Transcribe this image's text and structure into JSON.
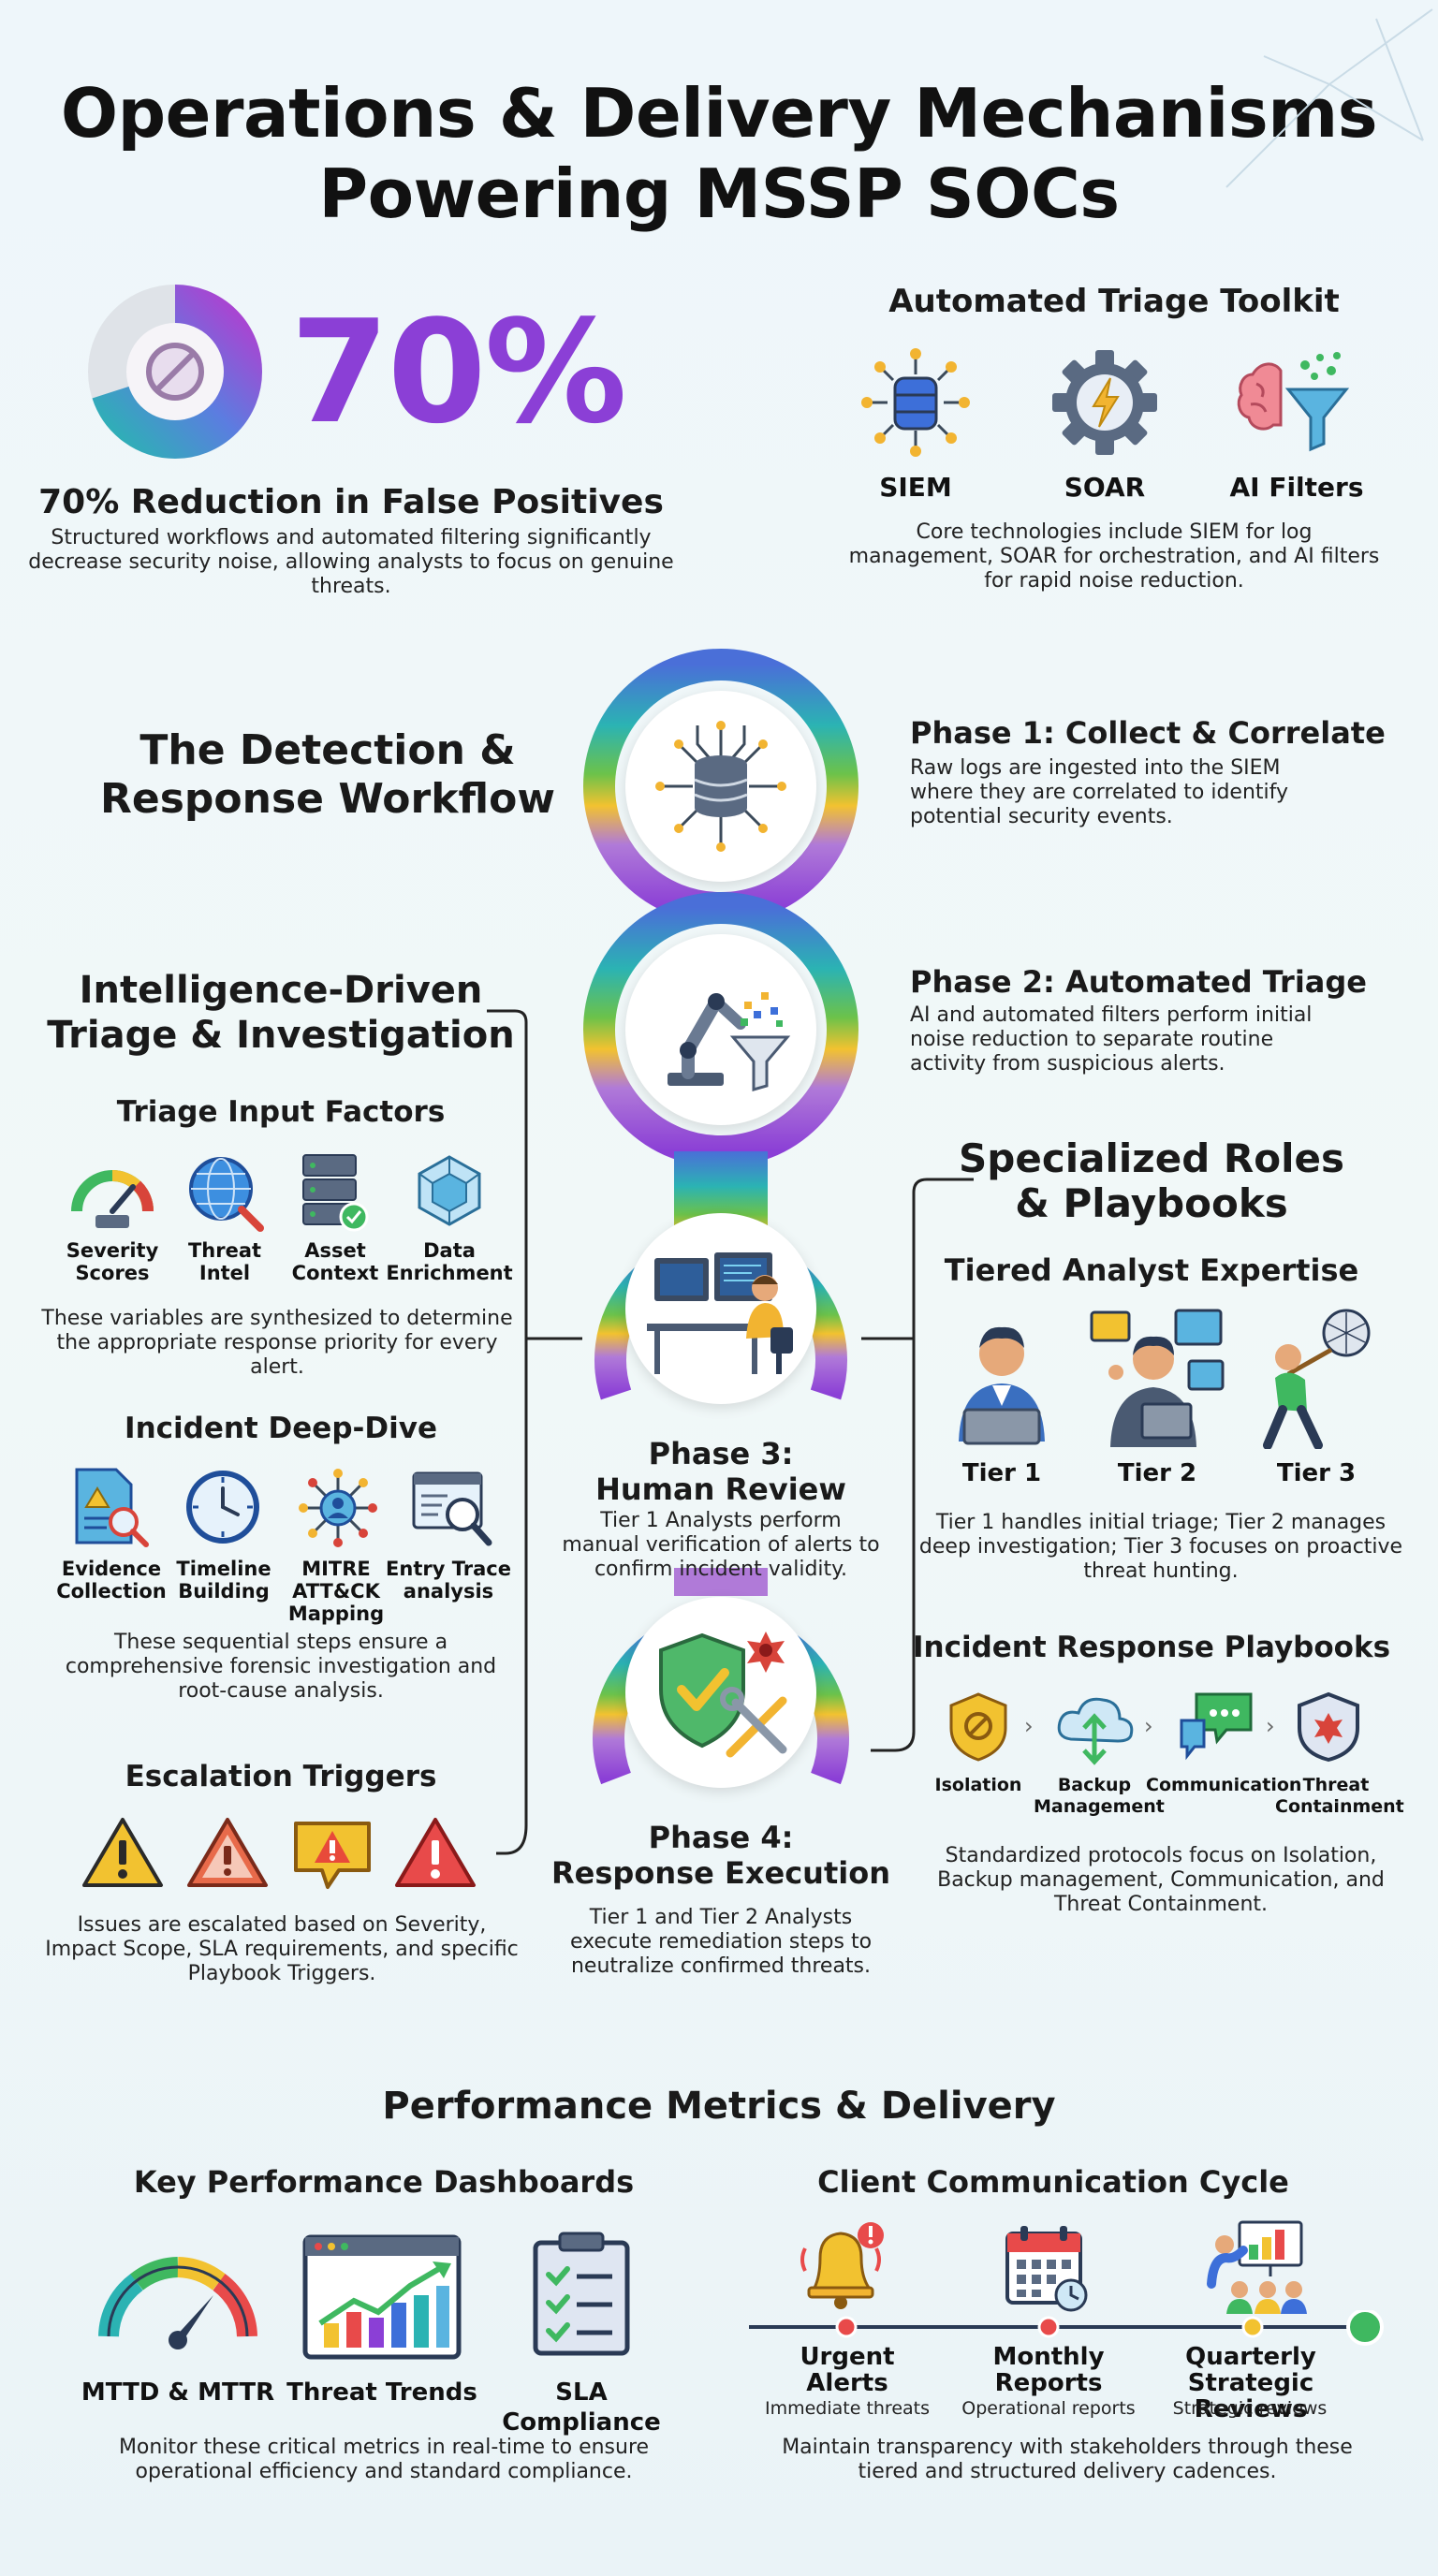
{
  "title": {
    "line1": "Operations & Delivery Mechanisms",
    "line2": "Powering MSSP SOCs"
  },
  "stat": {
    "value": "70%",
    "fraction": 0.7,
    "heading": "70% Reduction in False Positives",
    "text": "Structured workflows and automated filtering significantly decrease security noise, allowing analysts to focus on genuine threats."
  },
  "toolkit": {
    "heading": "Automated Triage Toolkit",
    "items": [
      "SIEM",
      "SOAR",
      "AI Filters"
    ],
    "text": "Core technologies include SIEM for log management, SOAR for orchestration, and AI filters for rapid noise reduction."
  },
  "workflow": {
    "heading_line1": "The Detection &",
    "heading_line2": "Response Workflow",
    "phases": [
      {
        "title": "Phase 1: Collect & Correlate",
        "text": "Raw logs are ingested into the SIEM where they are correlated to identify potential security events."
      },
      {
        "title": "Phase 2: Automated Triage",
        "text": "AI and automated filters perform initial noise reduction to separate routine activity from suspicious alerts."
      },
      {
        "title_line1": "Phase 3:",
        "title_line2": "Human Review",
        "text": "Tier 1 Analysts perform manual verification of alerts to confirm incident validity."
      },
      {
        "title_line1": "Phase 4:",
        "title_line2": "Response Execution",
        "text": "Tier 1 and Tier 2 Analysts execute remediation steps to neutralize confirmed threats."
      }
    ]
  },
  "intel": {
    "heading_line1": "Intelligence-Driven",
    "heading_line2": "Triage & Investigation",
    "factors_heading": "Triage Input Factors",
    "factors": [
      {
        "l1": "Severity",
        "l2": "Scores"
      },
      {
        "l1": "Threat",
        "l2": "Intel"
      },
      {
        "l1": "Asset",
        "l2": "Context"
      },
      {
        "l1": "Data",
        "l2": "Enrichment"
      }
    ],
    "factors_text": "These variables are synthesized to determine the appropriate response priority for every alert.",
    "deepdive_heading": "Incident Deep-Dive",
    "deepdive": [
      {
        "l1": "Evidence",
        "l2": "Collection",
        "l3": ""
      },
      {
        "l1": "Timeline",
        "l2": "Building",
        "l3": ""
      },
      {
        "l1": "MITRE",
        "l2": "ATT&CK",
        "l3": "Mapping"
      },
      {
        "l1": "Entry Trace",
        "l2": "analysis",
        "l3": ""
      }
    ],
    "deepdive_text": "These sequential steps ensure a comprehensive forensic investigation and root-cause analysis.",
    "escalation_heading": "Escalation Triggers",
    "escalation_text": "Issues are escalated based on Severity, Impact Scope, SLA requirements, and specific Playbook Triggers."
  },
  "roles": {
    "heading_line1": "Specialized Roles",
    "heading_line2": "& Playbooks",
    "tiers_heading": "Tiered Analyst Expertise",
    "tiers": [
      "Tier 1",
      "Tier 2",
      "Tier 3"
    ],
    "tiers_text": "Tier 1 handles initial triage; Tier 2 manages deep investigation; Tier 3 focuses on proactive threat hunting.",
    "playbooks_heading": "Incident Response Playbooks",
    "playbooks": [
      {
        "l1": "Isolation",
        "l2": ""
      },
      {
        "l1": "Backup",
        "l2": "Management"
      },
      {
        "l1": "Communication",
        "l2": ""
      },
      {
        "l1": "Threat",
        "l2": "Containment"
      }
    ],
    "playbooks_text": "Standardized protocols focus on Isolation, Backup management, Communication, and Threat Containment."
  },
  "metrics": {
    "heading": "Performance Metrics & Delivery",
    "dash_heading": "Key Performance Dashboards",
    "dash_items": [
      "MTTD & MTTR",
      "Threat Trends",
      "SLA Compliance"
    ],
    "dash_text": "Monitor these critical metrics in real-time to ensure operational efficiency and standard compliance.",
    "comm_heading": "Client Communication Cycle",
    "comm_items": [
      {
        "l1": "Urgent",
        "l2": "Alerts",
        "sub": "Immediate threats"
      },
      {
        "l1": "Monthly",
        "l2": "Reports",
        "sub": "Operational reports"
      },
      {
        "l1": "Quarterly Strategic",
        "l2": "Reviews",
        "sub": "Strategic reviews"
      }
    ],
    "comm_text": "Maintain transparency with stakeholders through these tiered and structured delivery cadences."
  },
  "colors": {
    "purple": "#8b3fd6",
    "teal": "#2bb3b3",
    "yellow": "#f2c230",
    "green": "#3fb860",
    "blue": "#3d6fd9"
  }
}
